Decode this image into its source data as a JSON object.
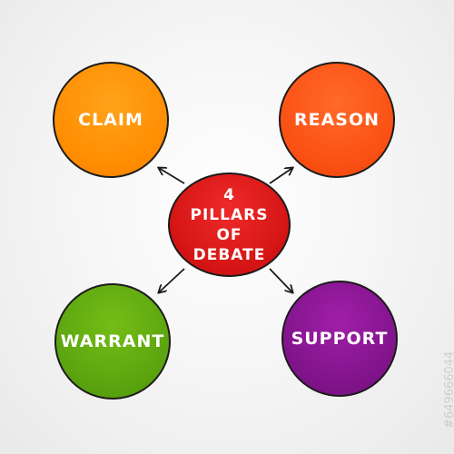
{
  "diagram": {
    "center": {
      "label": "4\nPILLARS\nOF\nDEBATE"
    },
    "nodes": {
      "claim": {
        "label": "CLAIM"
      },
      "reason": {
        "label": "REASON"
      },
      "warrant": {
        "label": "WARRANT"
      },
      "support": {
        "label": "SUPPORT"
      }
    },
    "colors": {
      "claim": "#ff8c00",
      "reason": "#fa4f12",
      "warrant": "#5aa30f",
      "support": "#7f1389",
      "center": "#d41414",
      "outline": "#1b1b1b"
    }
  },
  "watermark": {
    "id_text": "#649666044"
  }
}
